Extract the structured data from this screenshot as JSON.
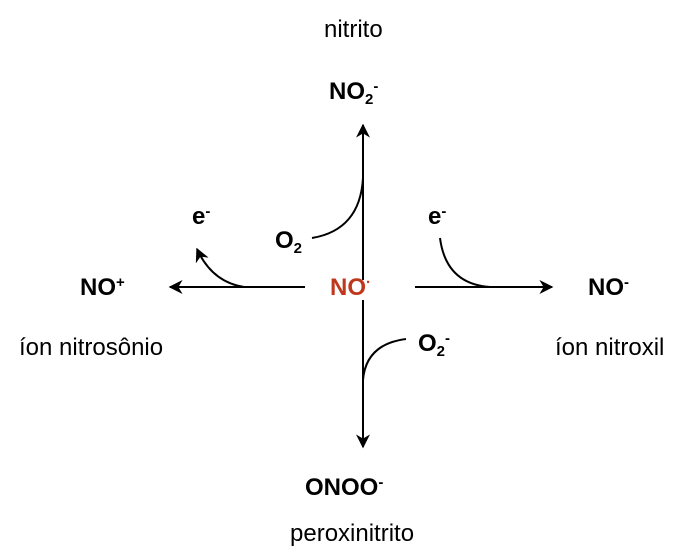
{
  "diagram": {
    "center": {
      "base": "NO",
      "sup": "·",
      "color": "#C0381C"
    },
    "top": {
      "name": "nitrito",
      "formula": {
        "base": "NO",
        "sub": "2",
        "sup": "-"
      }
    },
    "left": {
      "name": "íon nitrosônio",
      "formula": {
        "base": "NO",
        "sup": "+"
      },
      "reagent": {
        "base": "e",
        "sup": "-"
      }
    },
    "right": {
      "name": "íon nitroxil",
      "formula": {
        "base": "NO",
        "sup": "-"
      },
      "reagent": {
        "base": "e",
        "sup": "-"
      }
    },
    "bottom": {
      "name": "peroxinitrito",
      "formula": {
        "base": "ONOO",
        "sup": "-"
      }
    },
    "reagents": {
      "top": {
        "base": "O",
        "sub": "2"
      },
      "bottom": {
        "base": "O",
        "sub": "2",
        "sup": "-"
      }
    }
  }
}
